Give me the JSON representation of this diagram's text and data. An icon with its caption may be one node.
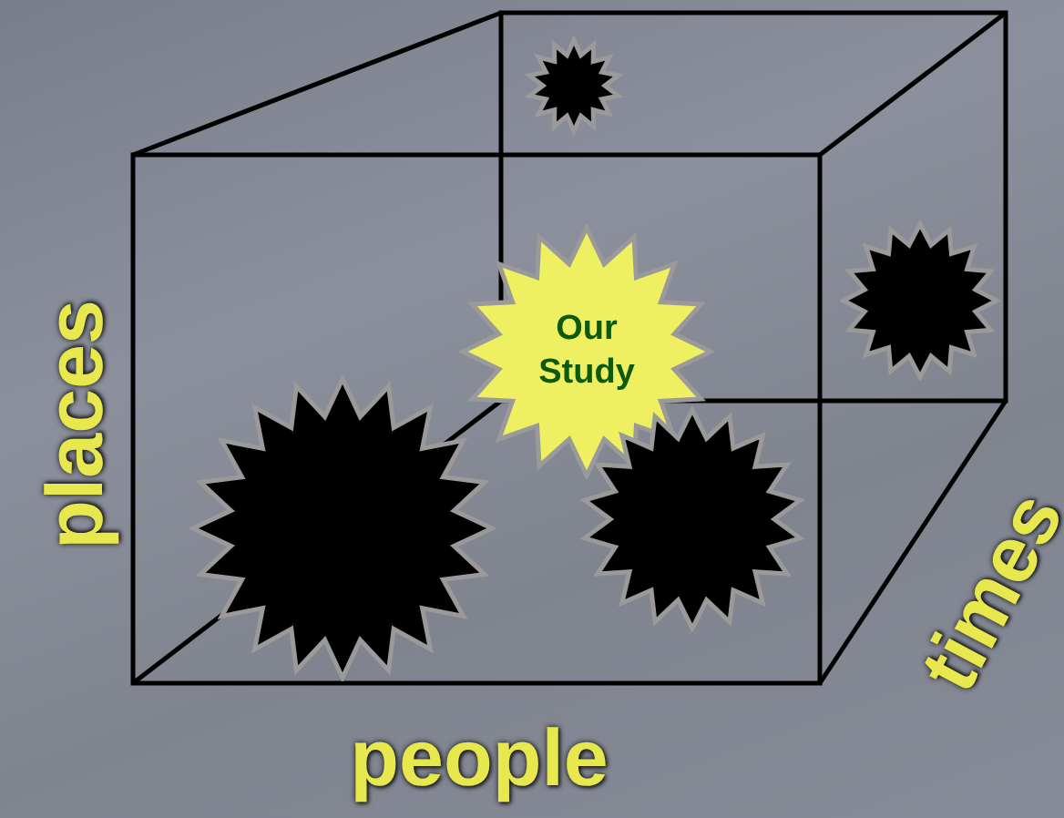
{
  "diagram": {
    "nodes": [
      {
        "text": [],
        "shape": "star"
      },
      {
        "text": [],
        "shape": "star"
      },
      {
        "text": [
          "Our Study"
        ]
      },
      {
        "text": [],
        "shape": "star"
      },
      {
        "text": [],
        "shape": "star"
      }
    ],
    "labels": [
      "places",
      "people",
      "times"
    ]
  }
}
